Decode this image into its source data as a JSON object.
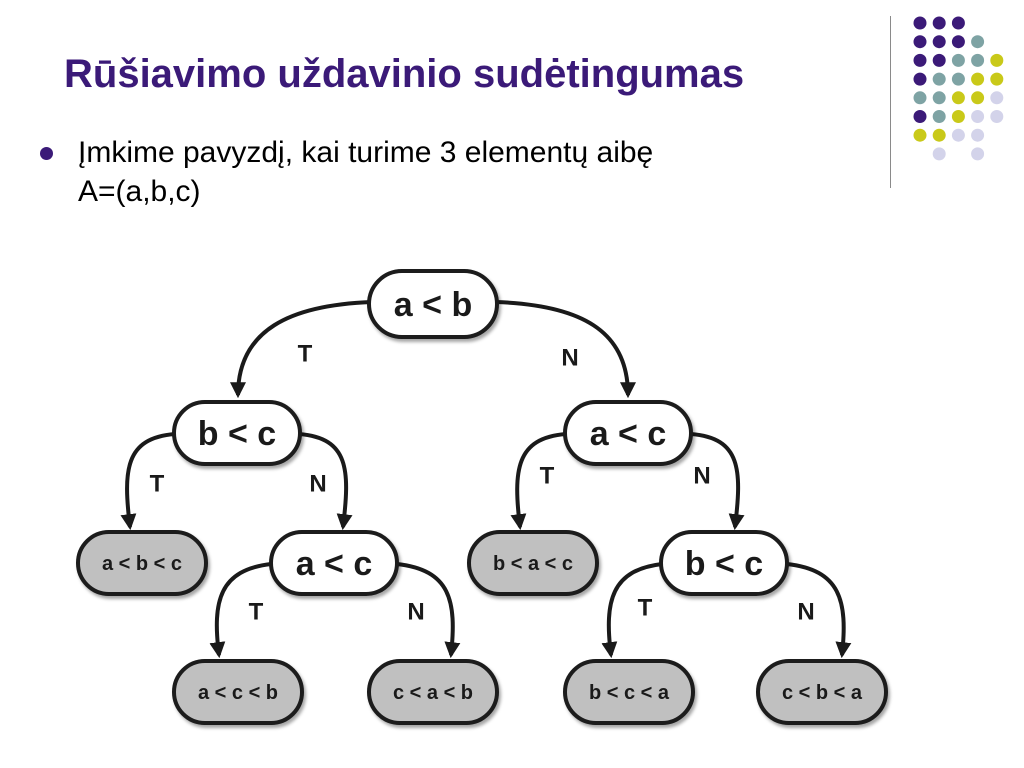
{
  "slide": {
    "title": "Rūšiavimo uždavinio sudėtingumas",
    "bullet_line1": "Įmkime pavyzdį, kai turime 3 elementų aibę",
    "bullet_line2": "A=(a,b,c)"
  },
  "colors": {
    "title": "#3b1a78",
    "decor_purple": "#3b1a78",
    "decor_teal": "#7ea3a4",
    "decor_yellow": "#c9c919",
    "decor_lavender": "#d3d3ea",
    "leaf_fill": "#c0c0c0",
    "node_fill": "#ffffff",
    "stroke": "#1a1a1a"
  },
  "decision_tree": {
    "nodes": [
      {
        "id": "n1",
        "label": "a < b",
        "kind": "decision"
      },
      {
        "id": "n2",
        "label": "b < c",
        "kind": "decision"
      },
      {
        "id": "n3",
        "label": "a < c",
        "kind": "decision"
      },
      {
        "id": "n4",
        "label": "a < c",
        "kind": "decision"
      },
      {
        "id": "n5",
        "label": "b < c",
        "kind": "decision"
      },
      {
        "id": "l1",
        "label": "a < b < c",
        "kind": "result"
      },
      {
        "id": "l2",
        "label": "a < c < b",
        "kind": "result"
      },
      {
        "id": "l3",
        "label": "c < a <  b",
        "kind": "result"
      },
      {
        "id": "l4",
        "label": "b < a < c",
        "kind": "result"
      },
      {
        "id": "l5",
        "label": "b < c < a",
        "kind": "result"
      },
      {
        "id": "l6",
        "label": "c < b < a",
        "kind": "result"
      }
    ],
    "edges": [
      {
        "from": "n1",
        "to": "n2",
        "label": "T"
      },
      {
        "from": "n1",
        "to": "n3",
        "label": "N"
      },
      {
        "from": "n2",
        "to": "l1",
        "label": "T"
      },
      {
        "from": "n2",
        "to": "n4",
        "label": "N"
      },
      {
        "from": "n4",
        "to": "l2",
        "label": "T"
      },
      {
        "from": "n4",
        "to": "l3",
        "label": "N"
      },
      {
        "from": "n3",
        "to": "l4",
        "label": "T"
      },
      {
        "from": "n3",
        "to": "n5",
        "label": "N"
      },
      {
        "from": "n5",
        "to": "l5",
        "label": "T"
      },
      {
        "from": "n5",
        "to": "l6",
        "label": "N"
      }
    ]
  }
}
